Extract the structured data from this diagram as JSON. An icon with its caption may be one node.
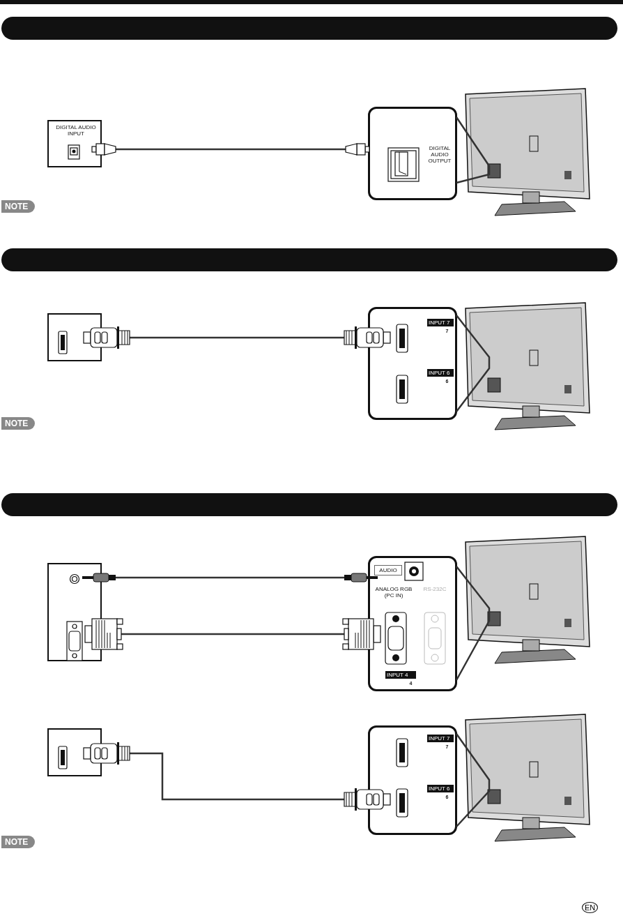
{
  "diagram": {
    "nodes": [
      {
        "text": [
          "DIGITAL AUDIO INPUT"
        ]
      },
      {
        "text": [
          "DIGITAL AUDIO OUTPUT"
        ]
      },
      {
        "text": [],
        "shape": "tv"
      },
      {
        "text": [],
        "shape": "box"
      },
      {
        "text": [
          "INPUT 7",
          "7",
          "INPUT 6",
          "6"
        ]
      },
      {
        "text": [],
        "shape": "tv"
      },
      {
        "text": [],
        "shape": "box"
      },
      {
        "text": [
          "AUDIO",
          "ANALOG RGB (PC IN)",
          "RS-232C",
          "INPUT 4",
          "4"
        ]
      },
      {
        "text": [],
        "shape": "tv"
      },
      {
        "text": [],
        "shape": "box"
      },
      {
        "text": [
          "INPUT 7",
          "7",
          "INPUT 6",
          "6"
        ]
      },
      {
        "text": [],
        "shape": "tv"
      }
    ],
    "edges": [
      {
        "from": 0,
        "to": 1,
        "arrow": "none"
      },
      {
        "from": 1,
        "to": 2,
        "arrow": "none"
      },
      {
        "from": 3,
        "to": 4,
        "arrow": "none"
      },
      {
        "from": 4,
        "to": 5,
        "arrow": "none"
      },
      {
        "from": 6,
        "to": 7,
        "arrow": "none"
      },
      {
        "from": 6,
        "to": 7,
        "arrow": "none"
      },
      {
        "from": 7,
        "to": 8,
        "arrow": "none"
      },
      {
        "from": 9,
        "to": 10,
        "arrow": "none"
      },
      {
        "from": 10,
        "to": 11,
        "arrow": "none"
      }
    ],
    "labels": [
      "NOTE",
      "NOTE",
      "NOTE",
      "EN"
    ]
  }
}
